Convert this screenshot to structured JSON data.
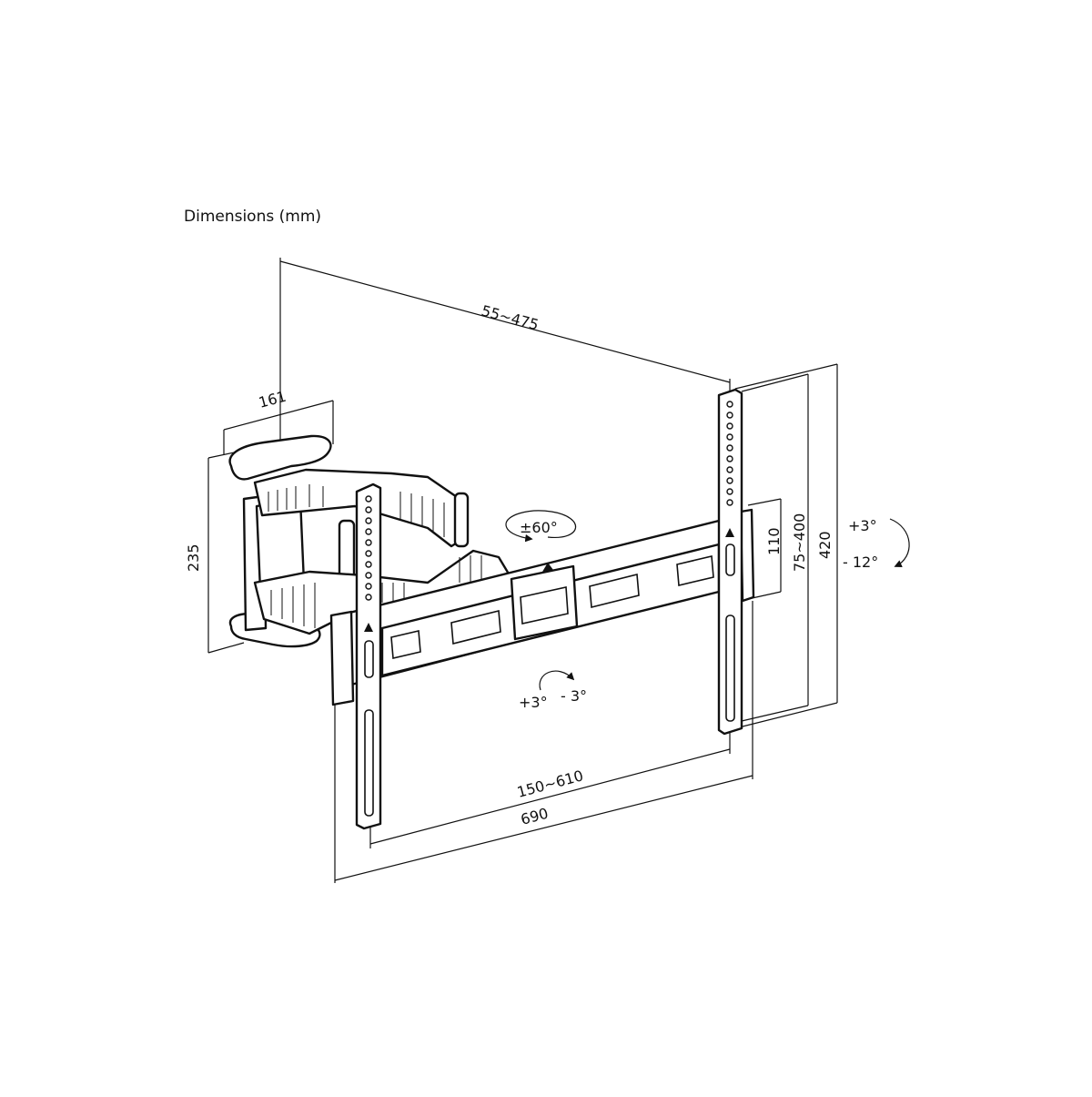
{
  "title": "Dimensions (mm)",
  "dimensions": {
    "arm_extension": "55~475",
    "wall_plate_width": "161",
    "wall_plate_height": "235",
    "vertical_hole_spacing_small": "110",
    "vertical_hole_spacing_range": "75~400",
    "overall_height": "420",
    "horizontal_hole_spacing": "150~610",
    "overall_width": "690"
  },
  "rotations": {
    "swivel": "±60°",
    "tilt_up": "+3°",
    "tilt_down": "- 12°",
    "level_left": "+3°",
    "level_right": "- 3°"
  }
}
